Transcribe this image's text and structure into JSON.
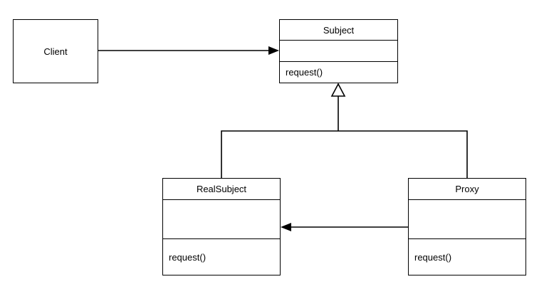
{
  "client": {
    "label": "Client"
  },
  "subject": {
    "name": "Subject",
    "operation": "request()"
  },
  "real_subject": {
    "name": "RealSubject",
    "operation": "request()"
  },
  "proxy": {
    "name": "Proxy",
    "operation": "request()"
  }
}
